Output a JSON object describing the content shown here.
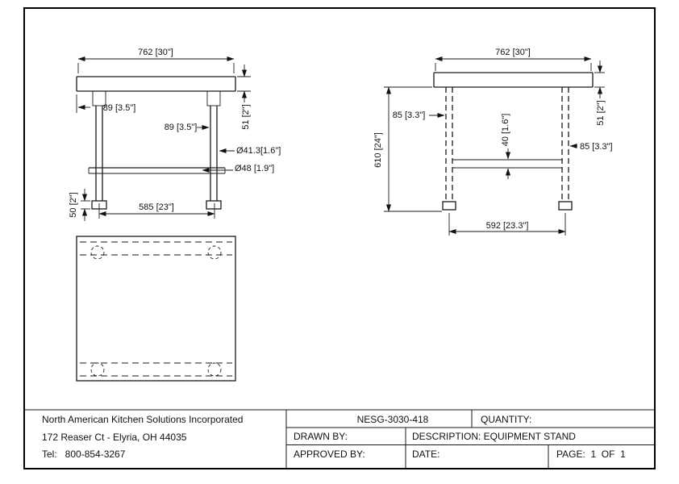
{
  "views": {
    "front": {
      "dim_width": "762 [30\"]",
      "dim_top_height": "89 [3.5\"]",
      "dim_overhang": "89 [3.5\"]",
      "dim_leg_dia": "Ø41.3[1.6\"]",
      "dim_foot_dia": "Ø48 [1.9\"]",
      "dim_top_thickness": "51 [2\"]",
      "dim_foot_height": "50 [2\"]",
      "dim_leg_spacing": "585 [23\"]"
    },
    "side": {
      "dim_width": "762 [30\"]",
      "dim_height": "610 [24\"]",
      "dim_inset_left": "85 [3.3\"]",
      "dim_channel": "40 [1.6\"]",
      "dim_top_thickness": "51 [2\"]",
      "dim_inset_right": "85 [3.3\"]",
      "dim_leg_spacing": "592 [23.3\"]"
    }
  },
  "title_block": {
    "company_line1": "North American Kitchen Solutions Incorporated",
    "company_line2": "172 Reaser Ct - Elyria, OH 44035",
    "company_line3": "Tel:   800-854-3267",
    "part_number": "NESG-3030-418",
    "quantity_label": "QUANTITY:",
    "drawn_by_label": "DRAWN BY:",
    "description_label": "DESCRIPTION: EQUIPMENT STAND",
    "approved_by_label": "APPROVED BY:",
    "date_label": "DATE:",
    "page_label": "PAGE:  1  OF  1"
  }
}
